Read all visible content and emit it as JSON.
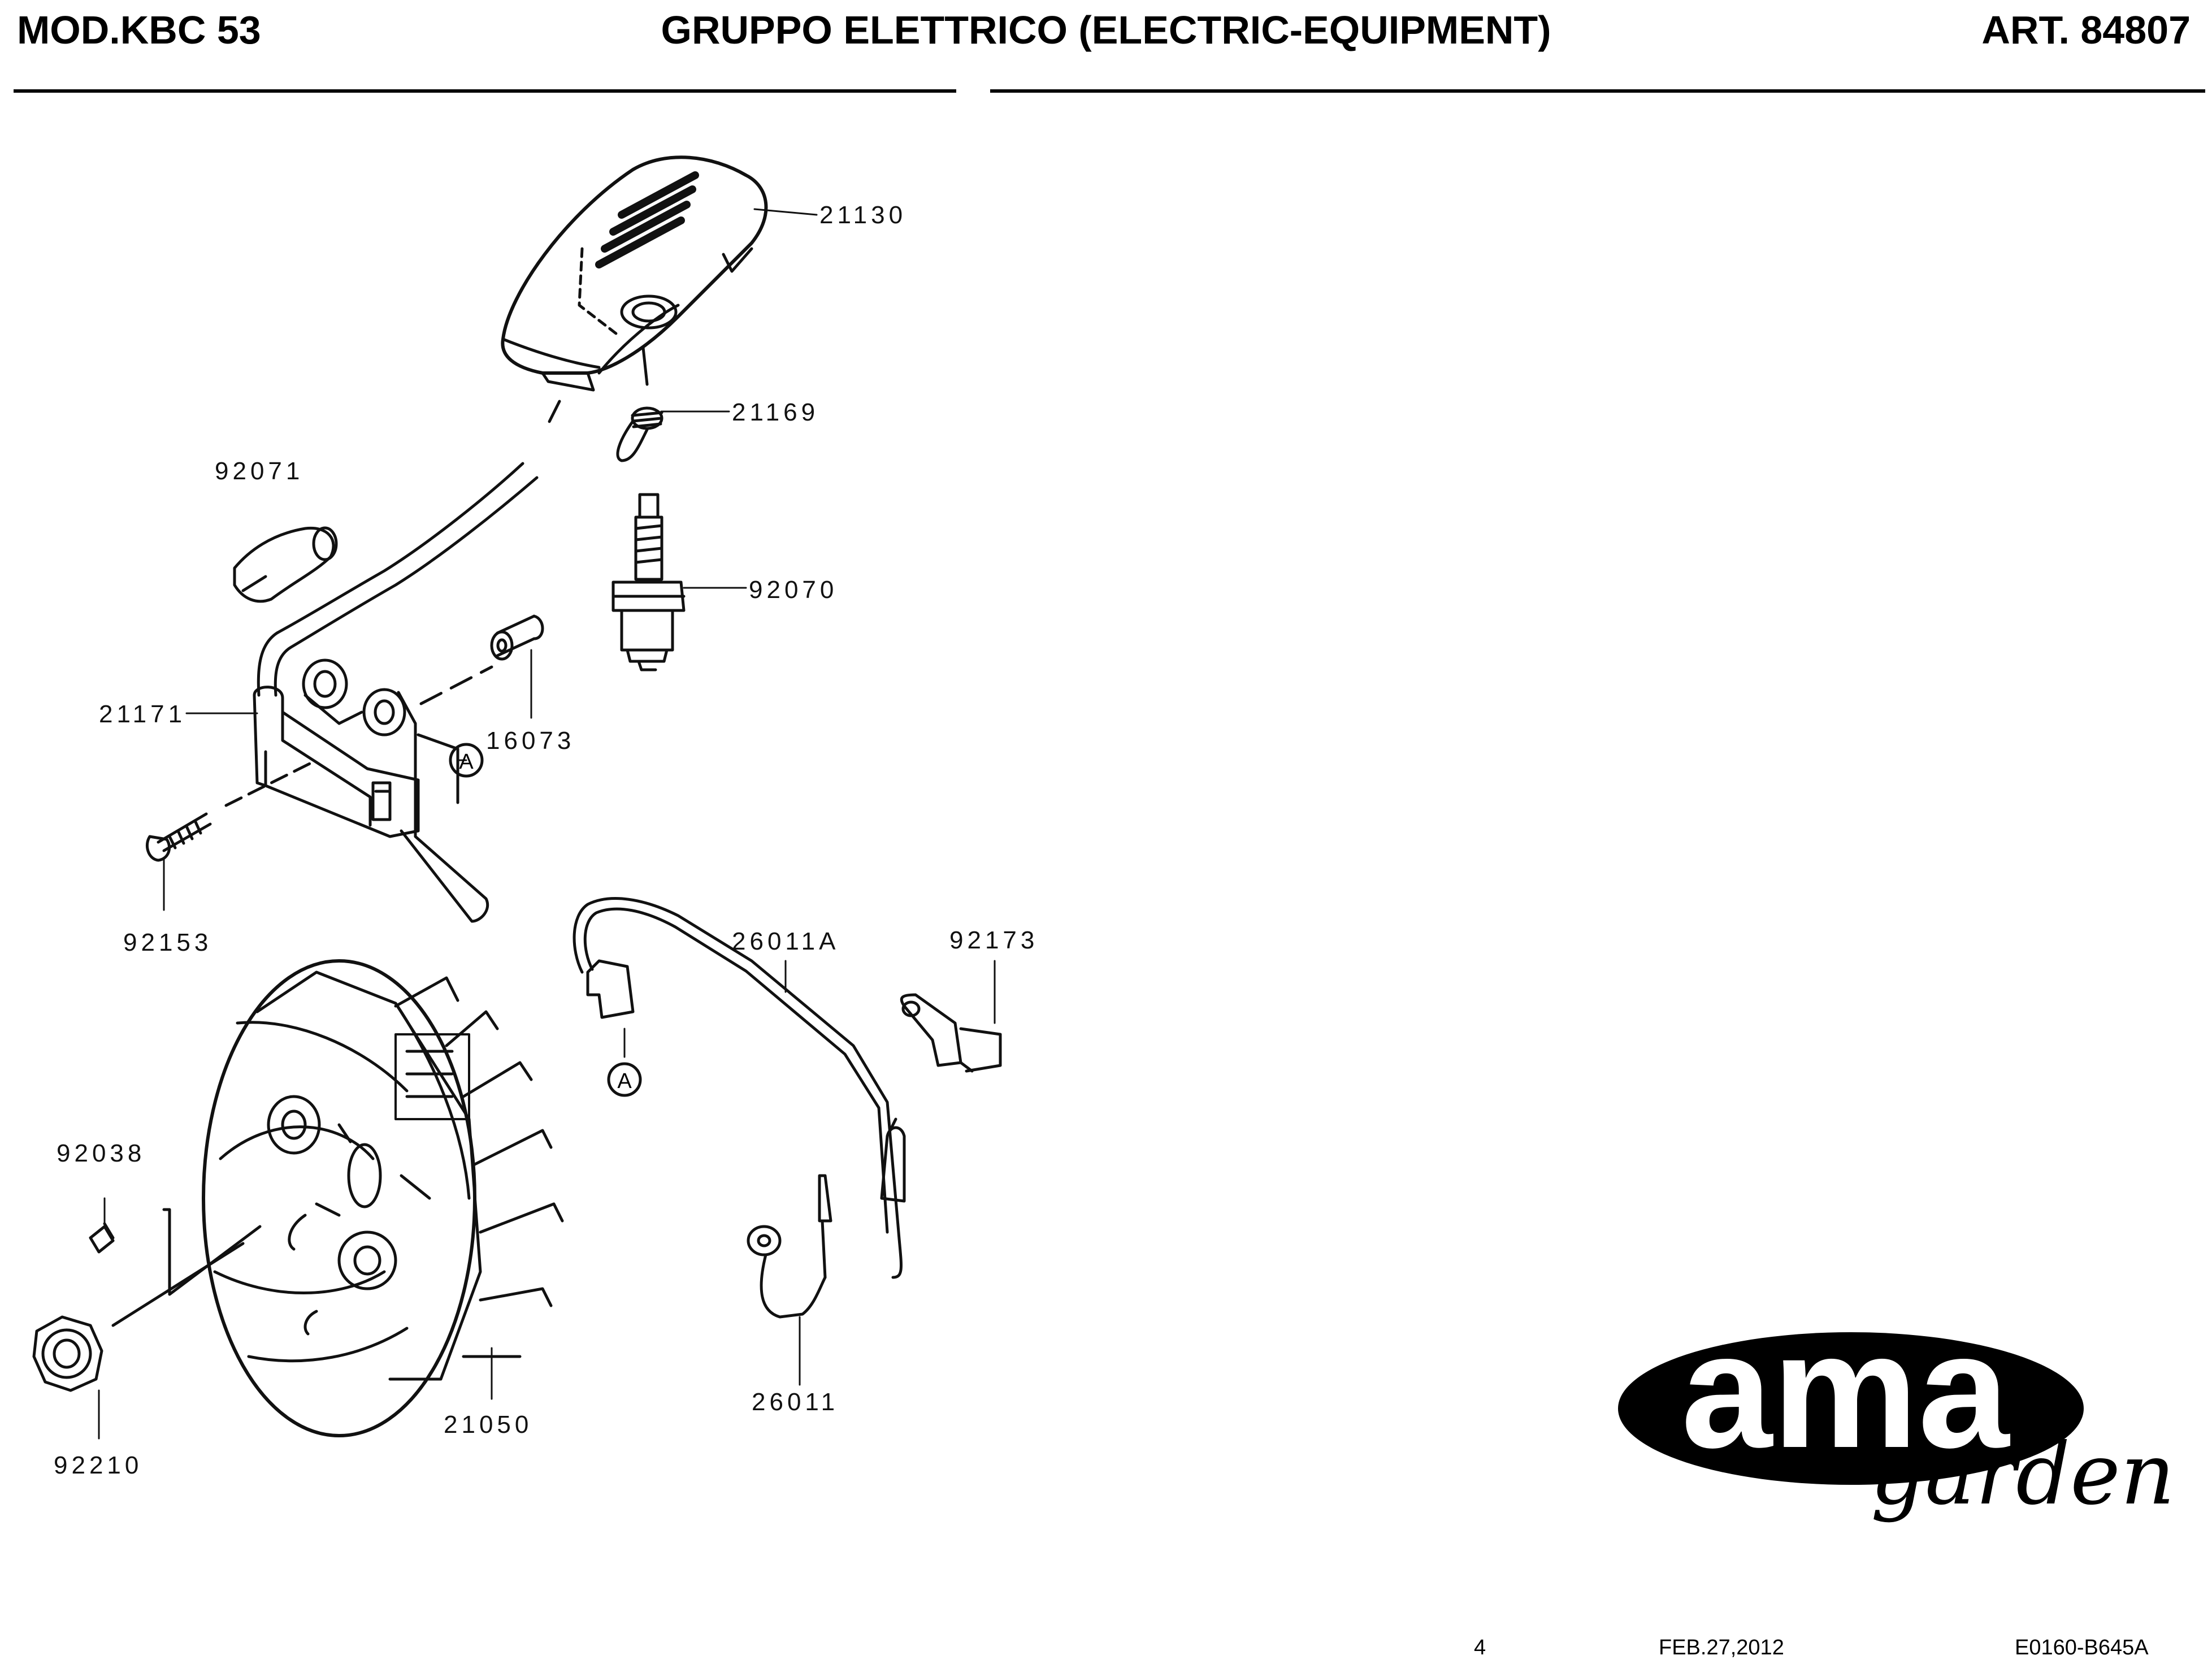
{
  "header": {
    "model": "MOD.KBC 53",
    "title": "GRUPPO ELETTRICO (ELECTRIC-EQUIPMENT)",
    "article": "ART. 84807"
  },
  "parts": {
    "p21130": "21130",
    "p21169": "21169",
    "p92071": "92071",
    "p92070": "92070",
    "p21171": "21171",
    "p16073": "16073",
    "p92153": "92153",
    "p26011A": "26011A",
    "p92173": "92173",
    "p92038": "92038",
    "p21050": "21050",
    "p92210": "92210",
    "p26011": "26011"
  },
  "connector_marker": "A",
  "logo": {
    "brand": "ama",
    "tagline": "garden"
  },
  "footer": {
    "page": "4",
    "date": "FEB.27,2012",
    "code": "E0160-B645A"
  }
}
